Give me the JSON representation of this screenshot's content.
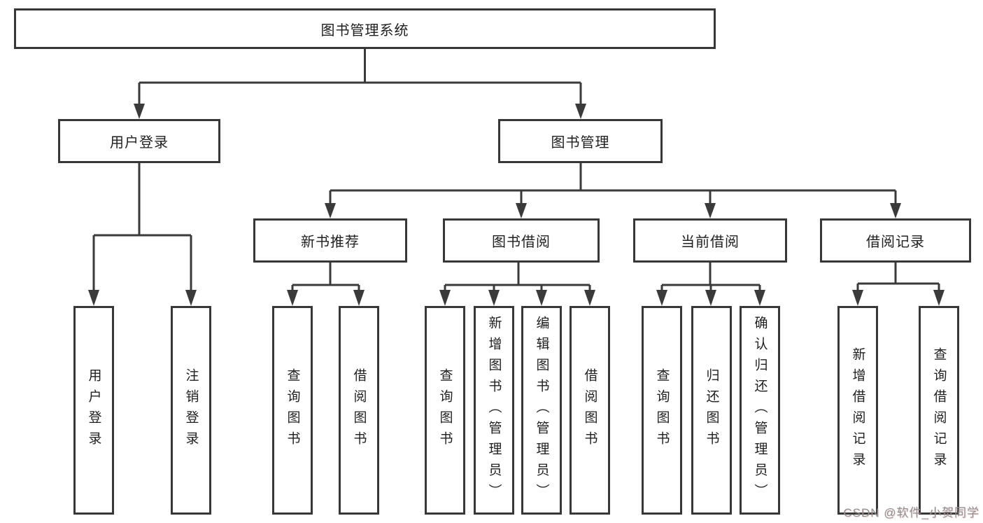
{
  "nodes": {
    "root": "图书管理系统",
    "level2": [
      "用户登录",
      "图书管理"
    ],
    "level3": [
      "新书推荐",
      "图书借阅",
      "当前借阅",
      "借阅记录"
    ],
    "leaves": [
      "用户登录",
      "注销登录",
      "查询图书",
      "借阅图书",
      "查询图书",
      "新增图书（管理员）",
      "编辑图书（管理员）",
      "借阅图书",
      "查询图书",
      "归还图书",
      "确认归还（管理员）",
      "新增借阅记录",
      "查询借阅记录"
    ]
  },
  "watermark": "CSDN @软件_小贺同学",
  "colors": {
    "line": "#3a3a3a",
    "border": "#383838",
    "text": "#1f1f1f",
    "watermark": "#8f8f8f",
    "background": "#ffffff"
  }
}
